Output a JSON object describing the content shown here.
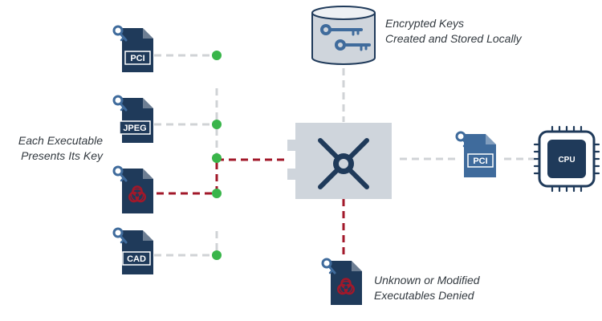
{
  "captions": {
    "encrypted_keys": [
      "Encrypted Keys",
      "Created and Stored Locally"
    ],
    "executables": [
      "Each Executable",
      "Presents Its Key"
    ],
    "denied": [
      "Unknown or Modified",
      "Executables Denied"
    ]
  },
  "documents": {
    "pci_top": "PCI",
    "jpeg": "JPEG",
    "cad": "CAD",
    "pci_right": "PCI"
  },
  "cpu_label": "CPU",
  "colors": {
    "navy": "#1f3a5a",
    "key_blue": "#3f6b9c",
    "vault_gray": "#cfd5dc",
    "connector_gray": "#d0d3d6",
    "allowed_green": "#39b54a",
    "denied_red": "#a2182a"
  },
  "icons": [
    "key-icon",
    "document-icon",
    "biohazard-icon",
    "vault-icon",
    "database-icon",
    "cpu-icon"
  ]
}
